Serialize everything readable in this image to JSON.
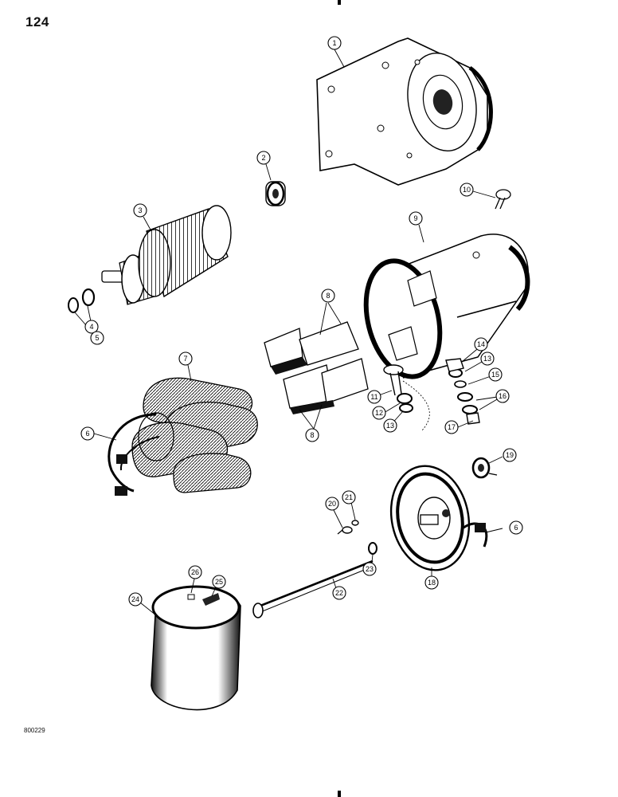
{
  "page_number": "124",
  "drawing_code": "800229",
  "callouts": {
    "c1": "1",
    "c2": "2",
    "c3": "3",
    "c4": "4",
    "c5": "5",
    "c6a": "6",
    "c6b": "6",
    "c7": "7",
    "c8a": "8",
    "c8b": "8",
    "c9": "9",
    "c10": "10",
    "c11": "11",
    "c12": "12",
    "c13a": "13",
    "c13b": "13",
    "c14": "14",
    "c15": "15",
    "c16": "16",
    "c17": "17",
    "c18": "18",
    "c19": "19",
    "c20": "20",
    "c21": "21",
    "c22": "22",
    "c23": "23",
    "c24": "24",
    "c25": "25",
    "c26": "26"
  },
  "colors": {
    "ink": "#000000",
    "paper": "#ffffff",
    "shade": "#555555"
  }
}
